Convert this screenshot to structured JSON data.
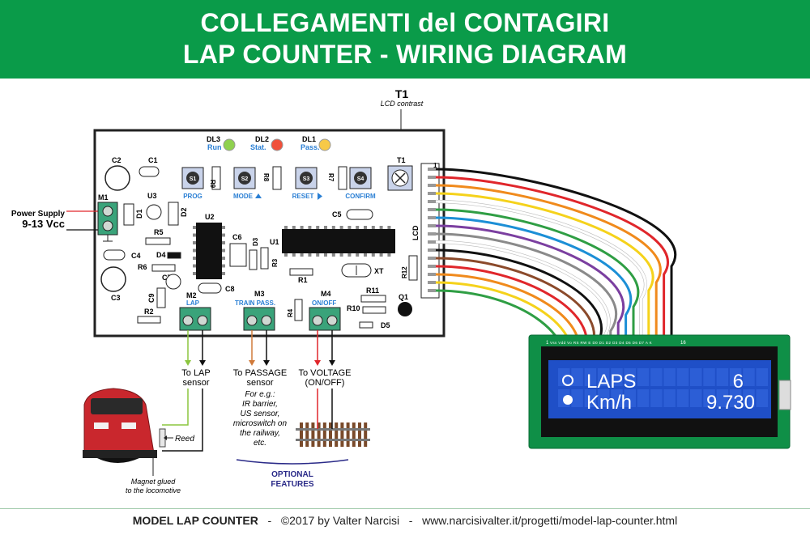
{
  "header": {
    "title_line1": "COLLEGAMENTI del CONTAGIRI",
    "title_line2": "LAP COUNTER - WIRING DIAGRAM"
  },
  "trimmer": {
    "label": "T1",
    "sublabel": "LCD contrast",
    "board_label": "T1"
  },
  "power": {
    "line1": "Power Supply",
    "line2": "9-13 Vcc"
  },
  "leds": [
    {
      "id": "DL3",
      "name": "Run",
      "color": "#8fd14f"
    },
    {
      "id": "DL2",
      "name": "Stat.",
      "color": "#f0503a"
    },
    {
      "id": "DL1",
      "name": "Pass.",
      "color": "#f7c948"
    }
  ],
  "buttons": [
    {
      "id": "S1",
      "label": "PROG"
    },
    {
      "id": "S2",
      "label": "MODE"
    },
    {
      "id": "S3",
      "label": "RESET"
    },
    {
      "id": "S4",
      "label": "CONFIRM"
    }
  ],
  "components": {
    "m1": "M1",
    "u3": "U3",
    "d1": "D1",
    "d2": "D2",
    "c1": "C1",
    "c2": "C2",
    "c3": "C3",
    "c4": "C4",
    "c5": "C5",
    "c6": "C6",
    "c7": "C7",
    "c8": "C8",
    "c9": "C9",
    "r1": "R1",
    "r2": "R2",
    "r3": "R3",
    "r4": "R4",
    "r5": "R5",
    "r6": "R6",
    "r7": "R7",
    "r8": "R8",
    "r9": "R9",
    "r10": "R10",
    "r11": "R11",
    "r12": "R12",
    "d3": "D3",
    "d4": "D4",
    "d5": "D5",
    "u1": "U1",
    "u2": "U2",
    "q1": "Q1",
    "xt": "XT",
    "lcd": "LCD",
    "one": "1"
  },
  "terminals": [
    {
      "id": "M2",
      "label": "LAP"
    },
    {
      "id": "M3",
      "label": "TRAIN PASS."
    },
    {
      "id": "M4",
      "label": "ON/OFF"
    }
  ],
  "lcd": {
    "row1_left": "LAPS",
    "row1_right": "6",
    "row2_left": "Km/h",
    "row2_right": "9.730",
    "pin_labels": "Vss Vdd Vo RS RW E D0 D1 D2 D3 D4 D5 D6 D7 A K",
    "pin_left": "1",
    "pin_right": "16"
  },
  "labels": {
    "lap_line1": "To LAP",
    "lap_line2": "sensor",
    "pass_line1": "To PASSAGE",
    "pass_line2": "sensor",
    "volt_line1": "To VOLTAGE",
    "volt_line2": "(ON/OFF)",
    "eg1": "For e.g.:",
    "eg2": "IR barrier,",
    "eg3": "US sensor,",
    "eg4": "microswitch on",
    "eg5": "the railway,",
    "eg6": "etc.",
    "reed": "Reed",
    "magnet1": "Magnet glued",
    "magnet2": "to the locomotive",
    "optional1": "OPTIONAL",
    "optional2": "FEATURES"
  },
  "footer": {
    "brand": "MODEL LAP COUNTER",
    "sep": "-",
    "copyright": "©2017 by Valter Narcisi",
    "url": "www.narcisivalter.it/progetti/model-lap-counter.html"
  },
  "wire_colors": [
    "#111111",
    "#e0262b",
    "#f08a1c",
    "#f5d21b",
    "#ffffff",
    "#2f9e44",
    "#1c8fd6",
    "#7b3fa0",
    "#8a8a8a",
    "#ffffff",
    "#111111",
    "#8b4a2b",
    "#e0262b",
    "#f08a1c",
    "#f5d21b",
    "#2f9e44"
  ],
  "colors": {
    "green": "#0a9b49",
    "lcd_blue": "#1f4fc7",
    "label_blue": "#2a7fd4",
    "board_border": "#222222"
  }
}
